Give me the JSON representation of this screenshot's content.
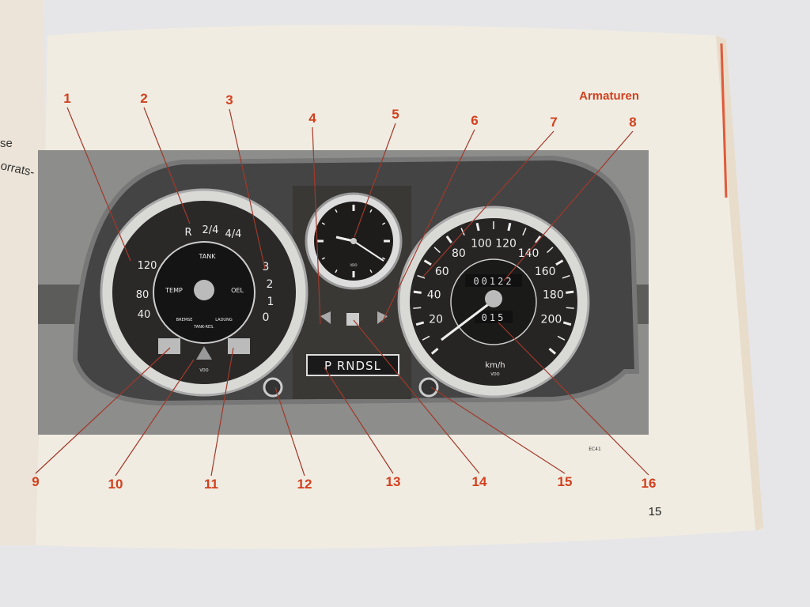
{
  "page": {
    "section_title": "Armaturen",
    "page_number": "15",
    "figure_code": "EC41",
    "left_page_fragments": [
      "se",
      "orrats-"
    ],
    "accent_color": "#d2401e"
  },
  "callouts": [
    "1",
    "2",
    "3",
    "4",
    "5",
    "6",
    "7",
    "8",
    "9",
    "10",
    "11",
    "12",
    "13",
    "14",
    "15",
    "16"
  ],
  "combi_gauge": {
    "center_labels": {
      "tank": "TANK",
      "temp": "TEMP",
      "oel": "OEL",
      "bremse": "BREMSE",
      "ladung": "LADUNG",
      "tank_res": "TANK-RES."
    },
    "fuel_scale": [
      "R",
      "2/4",
      "4/4"
    ],
    "temp_scale": [
      "120",
      "80",
      "40"
    ],
    "oil_scale": [
      "3",
      "2",
      "1",
      "0"
    ],
    "brand": "VDO"
  },
  "speedometer": {
    "scale": [
      "20",
      "40",
      "60",
      "80",
      "100",
      "120",
      "140",
      "160",
      "180",
      "200"
    ],
    "odometer": "00122",
    "trip": "015",
    "unit": "km/h",
    "brand": "VDO"
  },
  "clock": {
    "brand": "VDO"
  },
  "gear_indicator": {
    "text": "P RNDSL"
  }
}
